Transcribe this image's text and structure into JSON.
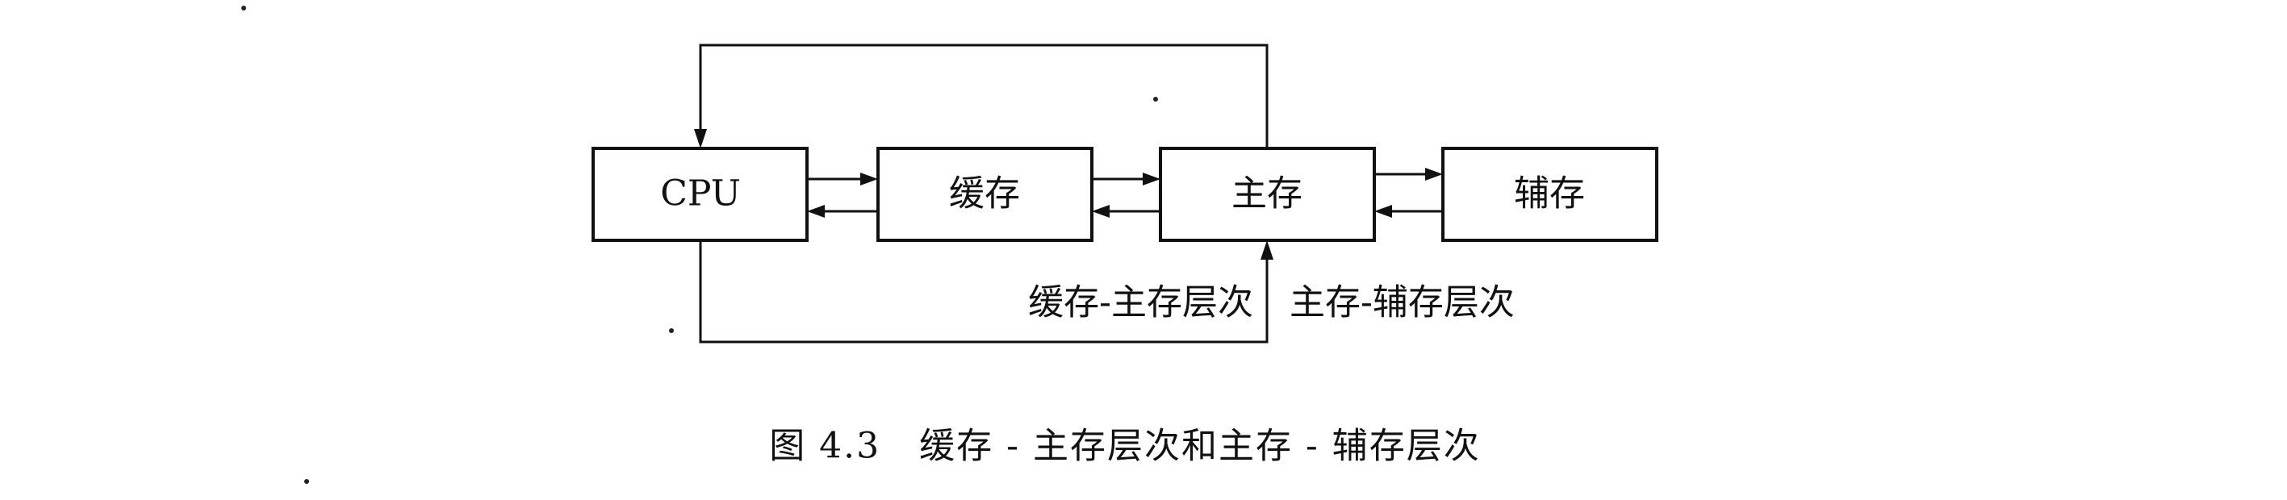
{
  "nodes": {
    "cpu": "CPU",
    "cache": "缓存",
    "main_memory": "主存",
    "secondary_storage": "辅存"
  },
  "levels": {
    "cache_main": "缓存-主存层次",
    "main_secondary": "主存-辅存层次"
  },
  "caption": "图 4.3   缓存 - 主存层次和主存 - 辅存层次"
}
